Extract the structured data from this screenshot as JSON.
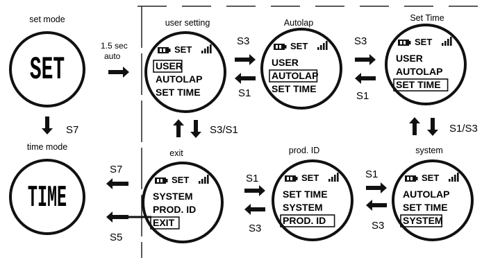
{
  "mode_captions": {
    "set_mode": "set mode",
    "time_mode": "time mode",
    "user_setting": "user setting",
    "autolap": "Autolap",
    "set_time": "Set Time",
    "exit": "exit",
    "prod_id": "prod. ID",
    "system": "system"
  },
  "big_labels": {
    "set": "SET",
    "time": "TIME"
  },
  "screen_header": "SET",
  "screens": {
    "user_setting": {
      "lines": [
        "USER",
        "AUTOLAP",
        "SET TIME"
      ],
      "selected": 0
    },
    "autolap": {
      "lines": [
        "USER",
        "AUTOLAP",
        "SET TIME"
      ],
      "selected": 1
    },
    "set_time": {
      "lines": [
        "USER",
        "AUTOLAP",
        "SET TIME"
      ],
      "selected": 2
    },
    "exit": {
      "lines": [
        "SYSTEM",
        "PROD. ID",
        "EXIT"
      ],
      "selected": 2
    },
    "prod_id": {
      "lines": [
        "SET TIME",
        "SYSTEM",
        "PROD. ID"
      ],
      "selected": 2
    },
    "system": {
      "lines": [
        "AUTOLAP",
        "SET TIME",
        "SYSTEM"
      ],
      "selected": 2
    }
  },
  "transitions": {
    "auto": "1.5 sec\nauto",
    "s7_down": "S7",
    "s3_top_left": "S3",
    "s1_top_left": "S1",
    "s3_top_right": "S3",
    "s1_top_right": "S1",
    "s3_s1": "S3/S1",
    "s1_s3": "S1/S3",
    "s1_bottom_mid": "S1",
    "s3_bottom_mid": "S3",
    "s1_bottom_right": "S1",
    "s3_bottom_right": "S3",
    "s7_exit": "S7",
    "s5_exit": "S5"
  }
}
